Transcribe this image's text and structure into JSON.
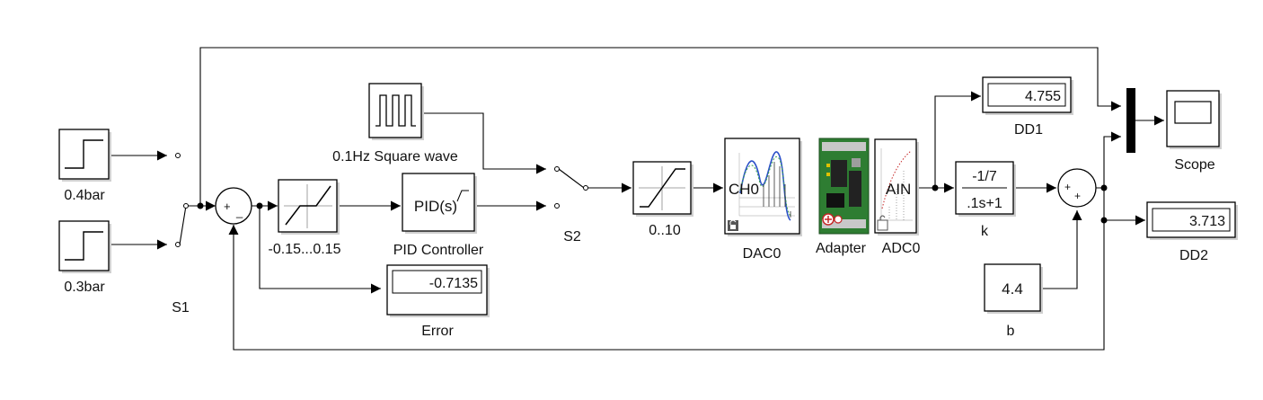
{
  "blocks": {
    "step_04": "0.4bar",
    "step_03": "0.3bar",
    "switch_s1": "S1",
    "square_wave": "0.1Hz Square wave",
    "deadzone": "-0.15...0.15",
    "pid_inner": "PID(s)",
    "pid": "PID Controller",
    "switch_s2": "S2",
    "saturation": "0..10",
    "dac_inner": "CH0",
    "dac": "DAC0",
    "adapter": "Adapter",
    "adc_inner": "AIN",
    "adc": "ADC0",
    "gain": "k",
    "tf_num": "-1/7",
    "tf_den": ".1s+1",
    "const_b_value": "4.4",
    "const_b": "b",
    "dd1_value": "4.755",
    "dd1": "DD1",
    "dd2_value": "3.713",
    "dd2": "DD2",
    "error_value": "-0.7135",
    "error": "Error",
    "scope": "Scope"
  },
  "signs": {
    "sum1_plus": "+",
    "sum1_minus": "_",
    "sum2_plus_left": "+",
    "sum2_plus_bottom": "+"
  }
}
